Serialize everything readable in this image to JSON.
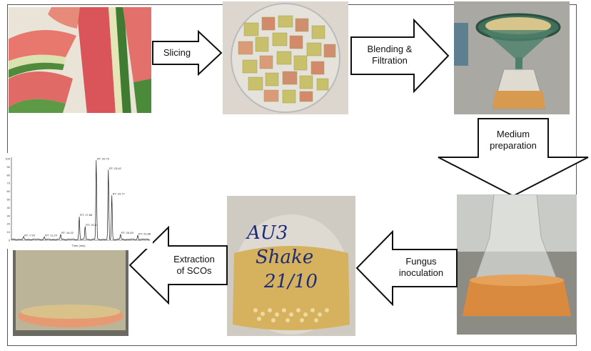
{
  "steps": {
    "slicing": "Slicing",
    "blending_line1": "Blending &",
    "blending_line2": "Filtration",
    "medium_line1": "Medium",
    "medium_line2": "preparation",
    "fungus_line1": "Fungus",
    "fungus_line2": "inoculation",
    "extraction_line1": "Extraction",
    "extraction_line2": "of SCOs"
  },
  "photos": {
    "watermelon": "watermelon-rind-photo",
    "cubes": "rind-cubes-photo",
    "filtration": "filtration-funnel-photo",
    "medium": "medium-flask-photo",
    "inoculated": "inoculated-flask-photo",
    "extract": "oil-extract-photo"
  },
  "beaker_text": "AU3 Shake 21/10",
  "colors": {
    "rind_red": "#d9686a",
    "rind_green": "#4f8b3a",
    "medium": "#d89a4e"
  },
  "chart_data": {
    "type": "line",
    "xlabel": "Time (min)",
    "yticks": [
      "0",
      "10",
      "20",
      "30",
      "40",
      "50",
      "60",
      "70",
      "80",
      "90",
      "100"
    ],
    "ylim": [
      0,
      100
    ],
    "xlim": [
      0,
      40
    ],
    "peaks": [
      {
        "x": 3.5,
        "y": 3,
        "label": "RT: 7.93"
      },
      {
        "x": 9.5,
        "y": 3,
        "label": "RT: 11.24"
      },
      {
        "x": 14.2,
        "y": 6,
        "label": "RT: 16.02"
      },
      {
        "x": 19.6,
        "y": 28,
        "label": "RT: 17.88"
      },
      {
        "x": 21.3,
        "y": 16,
        "label": "RT: 20.61"
      },
      {
        "x": 24.5,
        "y": 97,
        "label": "RT: 20.79"
      },
      {
        "x": 28.0,
        "y": 85,
        "label": "RT: 23.62"
      },
      {
        "x": 29.0,
        "y": 54,
        "label": "RT: 24.77"
      },
      {
        "x": 31.5,
        "y": 6,
        "label": "RT: 25.83"
      },
      {
        "x": 36.5,
        "y": 5,
        "label": "RT: 29.88"
      }
    ]
  }
}
